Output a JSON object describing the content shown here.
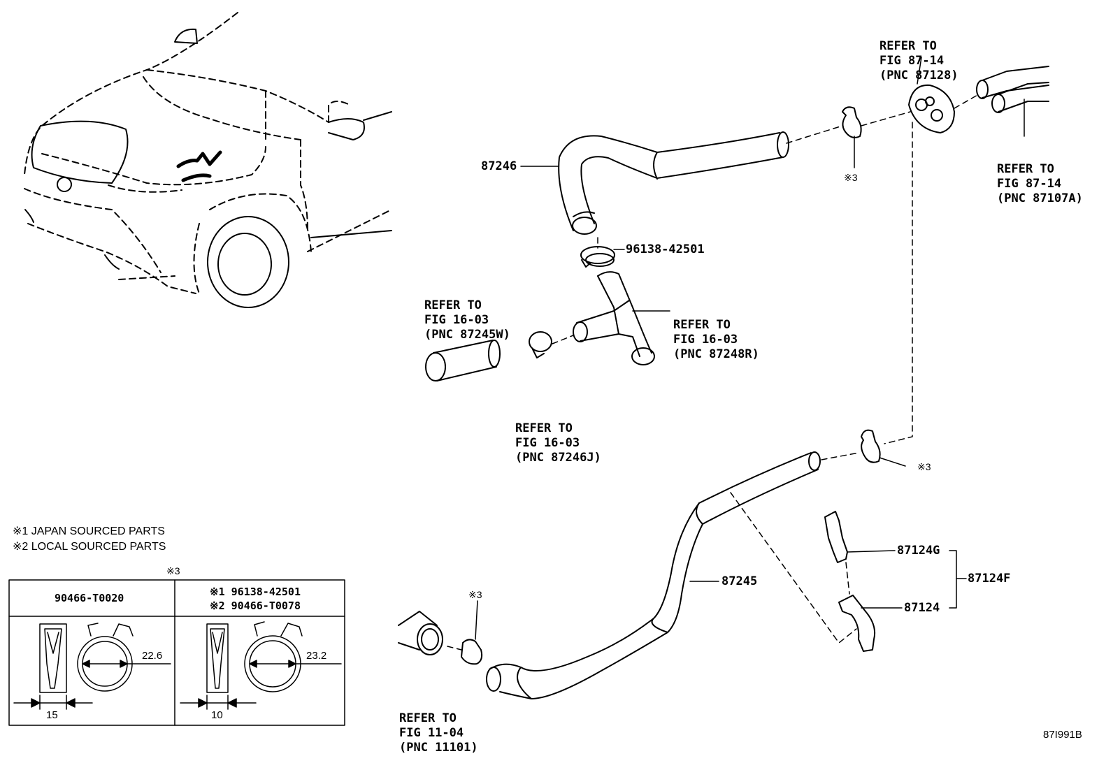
{
  "parts": {
    "hose_upper": "87246",
    "clamp_upper": "96138-42501",
    "hose_lower": "87245",
    "clamp_set": "87124F",
    "clamp_a": "87124G",
    "clamp_b": "87124"
  },
  "refs": {
    "grommet": [
      "REFER TO",
      "FIG 87-14",
      "(PNC 87128)"
    ],
    "valve": [
      "REFER TO",
      "FIG 87-14",
      "(PNC 87107A)"
    ],
    "hose_left": [
      "REFER TO",
      "FIG 16-03",
      "(PNC 87245W)"
    ],
    "joint": [
      "REFER TO",
      "FIG 16-03",
      "(PNC 87248R)"
    ],
    "clamp_left": [
      "REFER TO",
      "FIG 16-03",
      "(PNC 87246J)"
    ],
    "engine": [
      "REFER TO",
      "FIG 11-04",
      "(PNC 11101)"
    ]
  },
  "marks": {
    "clip_top": "※3",
    "clip_mid": "※3",
    "clip_low": "※3"
  },
  "legend": {
    "note1": "※1 JAPAN SOURCED PARTS",
    "note2": "※2 LOCAL SOURCED PARTS",
    "table_mark": "※3",
    "col1_header": "90466-T0020",
    "col2_header_1": "※1 96138-42501",
    "col2_header_2": "※2 90466-T0078",
    "col1_diameter": "22.6",
    "col2_diameter": "23.2",
    "col1_width": "15",
    "col2_width": "10"
  },
  "diagram_code": "87I991B"
}
